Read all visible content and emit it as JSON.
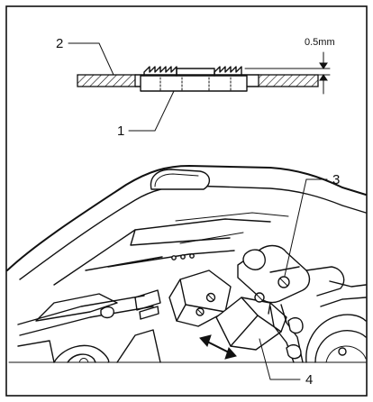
{
  "figure": {
    "callouts": [
      {
        "id": "1",
        "label": "1",
        "meaning": ""
      },
      {
        "id": "2",
        "label": "2",
        "meaning": ""
      },
      {
        "id": "3",
        "label": "3",
        "meaning": ""
      },
      {
        "id": "4",
        "label": "4",
        "meaning": ""
      }
    ],
    "dimension": "0.5mm",
    "colors": {
      "ink": "#111111",
      "background": "#ffffff"
    }
  }
}
